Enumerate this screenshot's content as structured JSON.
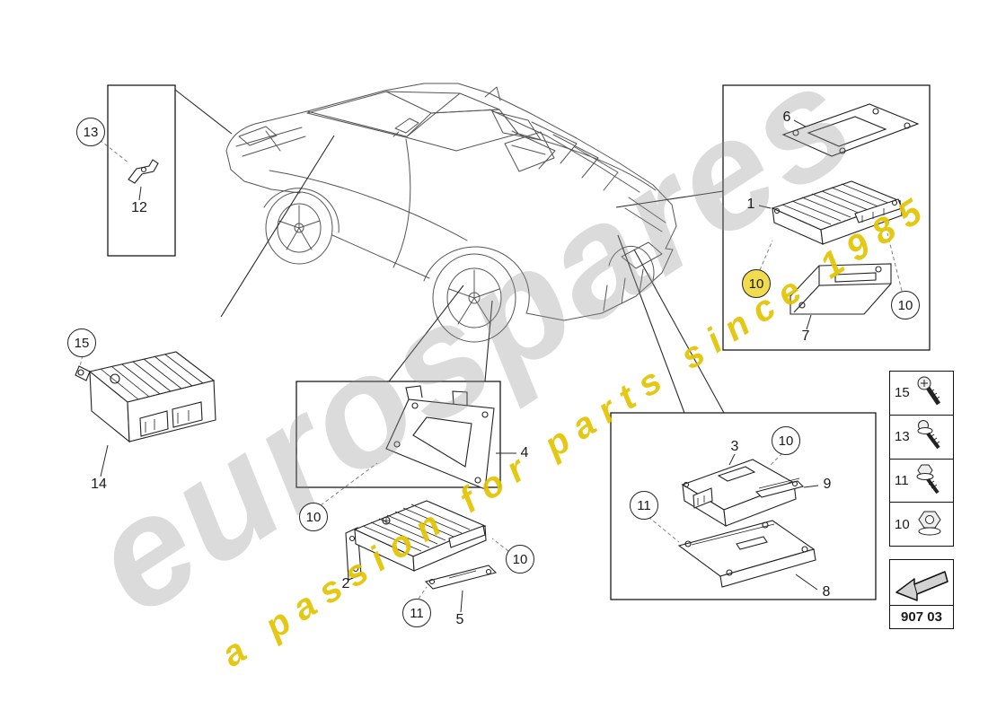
{
  "watermark": {
    "brand": "eurospares",
    "tagline": "a passion for parts since 1985"
  },
  "info_box": {
    "code": "907 03"
  },
  "legend": {
    "rows": [
      {
        "number": "15",
        "icon": "pan-head-screw-icon"
      },
      {
        "number": "13",
        "icon": "washer-screw-icon"
      },
      {
        "number": "11",
        "icon": "hex-flange-bolt-icon"
      },
      {
        "number": "10",
        "icon": "hex-flange-nut-icon"
      }
    ]
  },
  "circle_callouts": [
    {
      "label": "13",
      "highlighted": false
    },
    {
      "label": "15",
      "highlighted": false
    },
    {
      "label": "10",
      "highlighted": true
    },
    {
      "label": "10",
      "highlighted": false
    },
    {
      "label": "10",
      "highlighted": false
    },
    {
      "label": "11",
      "highlighted": false
    },
    {
      "label": "10",
      "highlighted": false
    },
    {
      "label": "10",
      "highlighted": false
    },
    {
      "label": "11",
      "highlighted": false
    }
  ],
  "part_labels": [
    {
      "label": "12"
    },
    {
      "label": "14"
    },
    {
      "label": "6"
    },
    {
      "label": "1"
    },
    {
      "label": "7"
    },
    {
      "label": "4"
    },
    {
      "label": "2"
    },
    {
      "label": "5"
    },
    {
      "label": "3"
    },
    {
      "label": "9"
    },
    {
      "label": "8"
    }
  ],
  "colors": {
    "highlight_yellow": "#f0dc4e",
    "tagline_yellow": "#e2c400",
    "watermark_gray": "#919191"
  }
}
